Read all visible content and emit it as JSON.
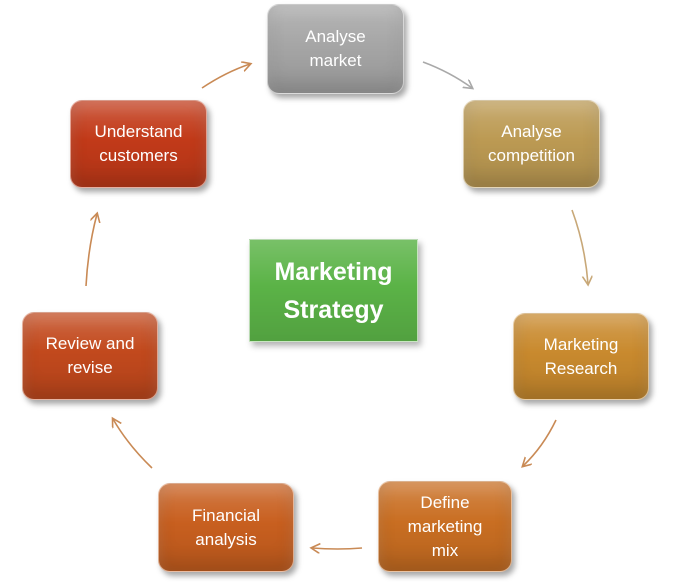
{
  "diagram": {
    "center": {
      "label": "Marketing\nStrategy",
      "color": "#5bb347"
    },
    "steps": [
      {
        "id": "analyse-market",
        "label": "Analyse\nmarket",
        "color": "#a6a6a6"
      },
      {
        "id": "analyse-competition",
        "label": "Analyse\ncompetition",
        "color": "#bc9a53"
      },
      {
        "id": "marketing-research",
        "label": "Marketing\nResearch",
        "color": "#c98a2e"
      },
      {
        "id": "define-marketing-mix",
        "label": "Define\nmarketing\nmix",
        "color": "#c96e22"
      },
      {
        "id": "financial-analysis",
        "label": "Financial\nanalysis",
        "color": "#c85f1f"
      },
      {
        "id": "review-and-revise",
        "label": "Review and\nrevise",
        "color": "#c2491d"
      },
      {
        "id": "understand-customers",
        "label": "Understand\ncustomers",
        "color": "#c23a19"
      }
    ],
    "arrow_colors": {
      "gray": "#a9a9a9",
      "tan": "#c8a878",
      "brown": "#c98a55"
    }
  }
}
